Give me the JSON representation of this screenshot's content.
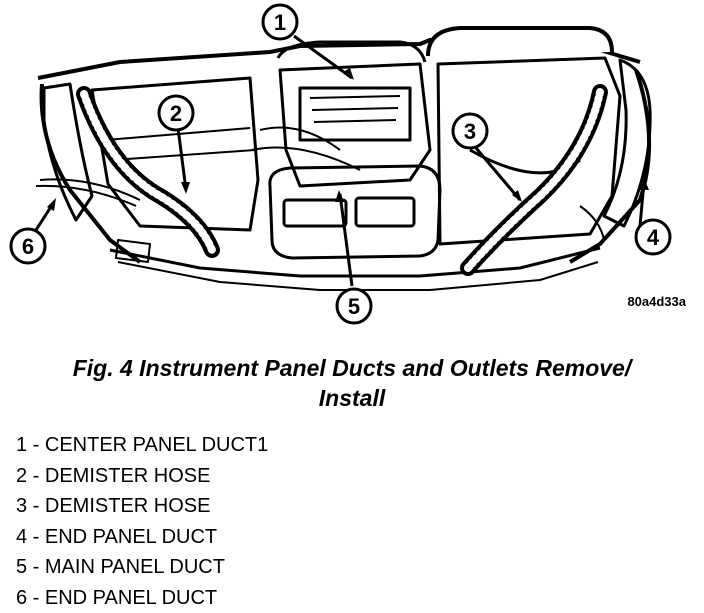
{
  "diagram": {
    "ref_code": "80a4d33a",
    "callouts": [
      "1",
      "2",
      "3",
      "4",
      "5",
      "6"
    ]
  },
  "caption": {
    "line1": "Fig. 4 Instrument Panel Ducts and Outlets Remove/",
    "line2": "Install"
  },
  "legend": [
    "1 - CENTER PANEL DUCT1",
    "2 - DEMISTER HOSE",
    "3 - DEMISTER HOSE",
    "4 - END PANEL DUCT",
    "5 - MAIN PANEL DUCT",
    "6 - END PANEL DUCT"
  ]
}
